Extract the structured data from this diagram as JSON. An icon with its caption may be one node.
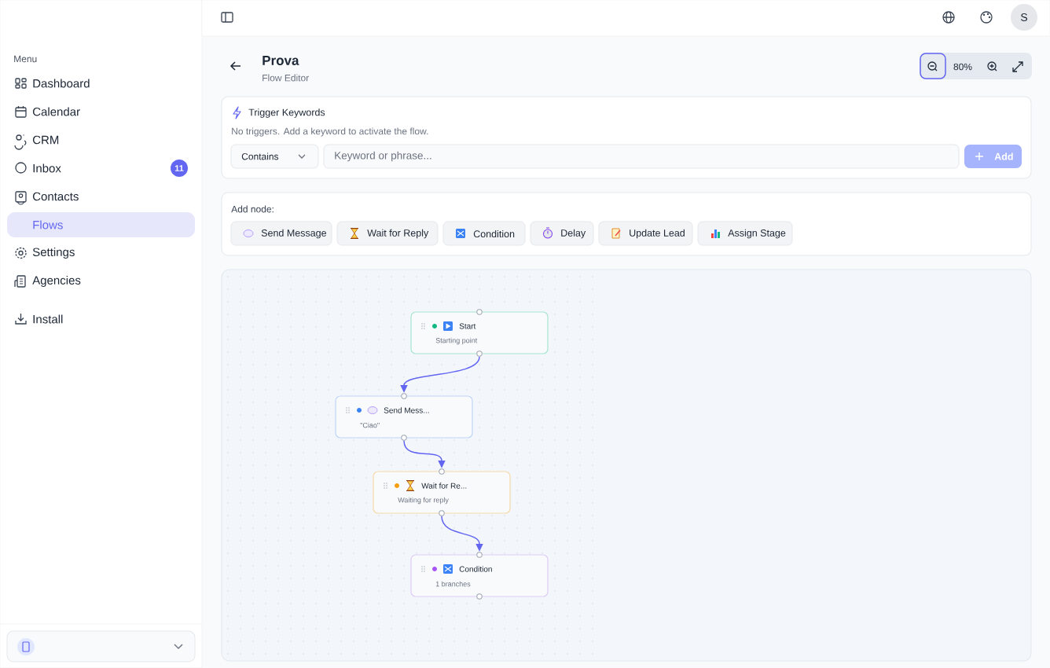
{
  "diagram": {
    "nodes": [
      {
        "text": [
          "Start",
          "Starting point"
        ]
      },
      {
        "text": [
          "Send Mess...",
          "\"Ciao\""
        ]
      },
      {
        "text": [
          "Wait for Re...",
          "Waiting for reply"
        ]
      },
      {
        "text": [
          "Condition",
          "1 branches"
        ]
      }
    ],
    "edges": [
      {
        "from": 0,
        "to": 1,
        "arrow": "to"
      },
      {
        "from": 1,
        "to": 2,
        "arrow": "to"
      },
      {
        "from": 2,
        "to": 3,
        "arrow": "to"
      }
    ],
    "labels": [
      "Menu",
      "Dashboard",
      "Calendar",
      "CRM",
      "Inbox",
      "11",
      "Contacts",
      "Flows",
      "Settings",
      "Agencies",
      "Install",
      "S",
      "Prova",
      "Flow Editor",
      "80%",
      "Trigger Keywords",
      "No triggers. Add a keyword to activate the flow.",
      "Contains",
      "Keyword or phrase...",
      "Add",
      "Add node:",
      "Send Message",
      "Wait for Reply",
      "Condition",
      "Delay",
      "Update Lead",
      "Assign Stage"
    ]
  }
}
